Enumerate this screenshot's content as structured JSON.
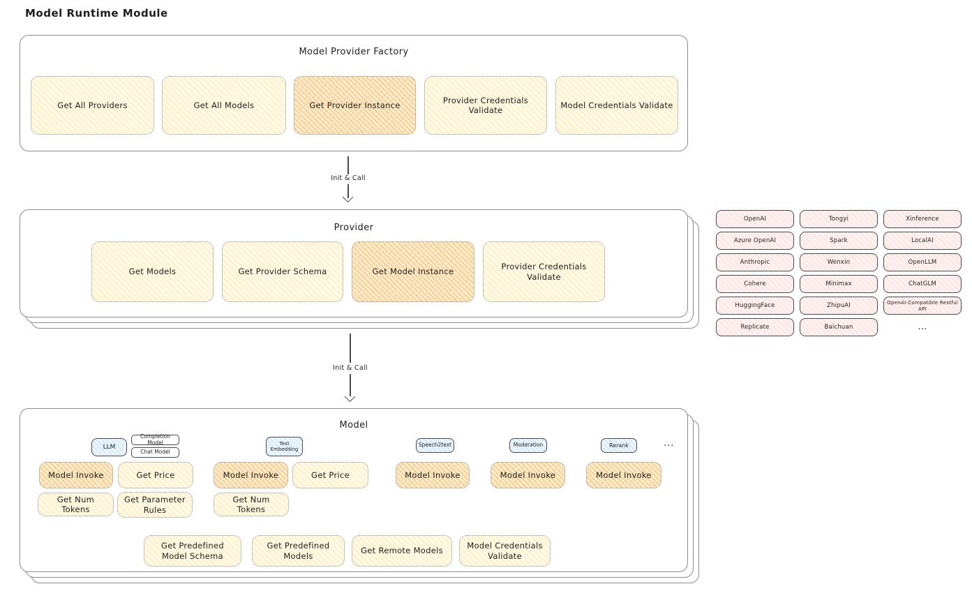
{
  "page_title": "Model Runtime Module",
  "colors": {
    "ink": "#1e1e1e",
    "frame_border": "#8c8c8c",
    "yellow_fill": "#fdf9e6",
    "orange_fill": "#fcefd2",
    "orange_accent": "#f4a03c",
    "pink_fill": "#fdf2f0",
    "blue_fill": "#eef6fd"
  },
  "factory": {
    "title": "Model Provider Factory",
    "boxes": [
      "Get All Providers",
      "Get All Models",
      "Get Provider Instance",
      "Provider Credentials Validate",
      "Model Credentials Validate"
    ]
  },
  "arrows": {
    "init_call_1": "Init & Call",
    "init_call_2": "Init & Call"
  },
  "provider": {
    "title": "Provider",
    "boxes": [
      "Get Models",
      "Get Provider Schema",
      "Get Model Instance",
      "Provider Credentials Validate"
    ]
  },
  "providers_grid": {
    "cells": [
      "OpenAI",
      "Tongyi",
      "Xinference",
      "Azure OpenAI",
      "Spark",
      "LocalAI",
      "Anthropic",
      "Wenxin",
      "OpenLLM",
      "Cohere",
      "Minimax",
      "ChatGLM",
      "HuggingFace",
      "ZhipuAI",
      "OpenAI-Compatible Restful API",
      "Replicate",
      "Baichuan",
      "..."
    ]
  },
  "model": {
    "title": "Model",
    "tags": {
      "llm": "LLM",
      "completion": "Completion Model",
      "chat": "Chat Model",
      "text_embedding": "Text Embedding",
      "speech2text": "Speech2text",
      "moderation": "Moderation",
      "rerank": "Rerank",
      "more": "..."
    },
    "row1": [
      "Model Invoke",
      "Get Price",
      "Model Invoke",
      "Get Price",
      "Model Invoke",
      "Model Invoke",
      "Model Invoke"
    ],
    "row2": [
      "Get Num Tokens",
      "Get Parameter Rules",
      "Get Num Tokens"
    ],
    "row3": [
      "Get Predefined Model Schema",
      "Get Predefined Models",
      "Get Remote Models",
      "Model Credentials Validate"
    ]
  }
}
